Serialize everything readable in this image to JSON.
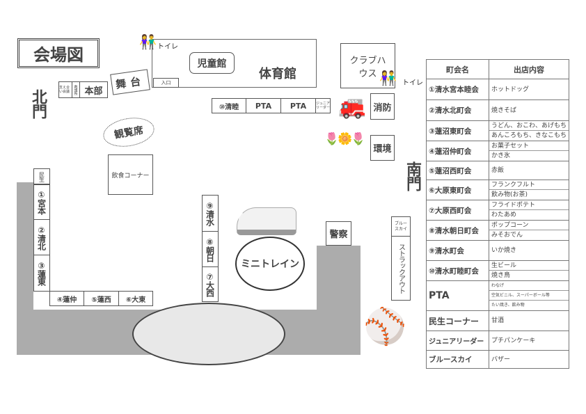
{
  "title": "会場図",
  "gates": {
    "north": "北門",
    "south": "南門"
  },
  "toilet": "トイレ",
  "buildings": {
    "gym": "体育館",
    "childrens_hall": "児童館",
    "entrance": "入口",
    "club_house": "クラブハウス",
    "stage": "舞台",
    "hq": "本部",
    "hq_sub1": "支え合い会議",
    "hq_sub2": "救護所",
    "spectator": "観覧席",
    "food_corner": "飲食コーナー",
    "fire": "消防",
    "environment": "環境",
    "police": "警察",
    "mini_train": "ミニトレイン"
  },
  "top_stalls": [
    "⑩清睦",
    "PTA",
    "PTA",
    "ジュニアリーダー"
  ],
  "left_stalls": [
    "民生",
    "①宮本",
    "②清北",
    "③蓮東"
  ],
  "bottom_stalls": [
    "④蓮仲",
    "⑤蓮西",
    "⑥大東"
  ],
  "middle_stalls": [
    "⑨清水",
    "⑧朝日",
    "⑦大西"
  ],
  "right_stalls": [
    "ブルースカイ",
    "ストラックアウト"
  ],
  "table": {
    "headers": [
      "町会名",
      "出店内容"
    ],
    "rows": [
      {
        "name": "①清水宮本睦会",
        "items": [
          "ホットドッグ"
        ]
      },
      {
        "name": "②清水北町会",
        "items": [
          "焼きそば"
        ]
      },
      {
        "name": "③蓮沼東町会",
        "items": [
          "うどん、おこわ、あげもち",
          "あんころもち、きなこもち"
        ]
      },
      {
        "name": "④蓮沼仲町会",
        "items": [
          "お菓子セット",
          "かき氷"
        ]
      },
      {
        "name": "⑤蓮沼西町会",
        "items": [
          "赤飯"
        ]
      },
      {
        "name": "⑥大原東町会",
        "items": [
          "フランクフルト",
          "飲み物(お茶)"
        ]
      },
      {
        "name": "⑦大原西町会",
        "items": [
          "フライドポテト",
          "わたあめ"
        ]
      },
      {
        "name": "⑧清水朝日町会",
        "items": [
          "ポップコーン",
          "みそおでん"
        ]
      },
      {
        "name": "⑨清水町会",
        "items": [
          "いか焼き"
        ]
      },
      {
        "name": "⑩清水町睦町会",
        "items": [
          "生ビール",
          "焼き鳥"
        ]
      },
      {
        "name": "PTA",
        "items": [
          "わなげ",
          "空気ビニル、スーパーボール等",
          "たい焼き、飲み物"
        ]
      },
      {
        "name": "民生コーナー",
        "items": [
          "甘酒"
        ]
      },
      {
        "name": "ジュニアリーダー",
        "items": [
          "プチパンケーキ"
        ]
      },
      {
        "name": "ブルースカイ",
        "items": [
          "バザー"
        ]
      }
    ]
  }
}
